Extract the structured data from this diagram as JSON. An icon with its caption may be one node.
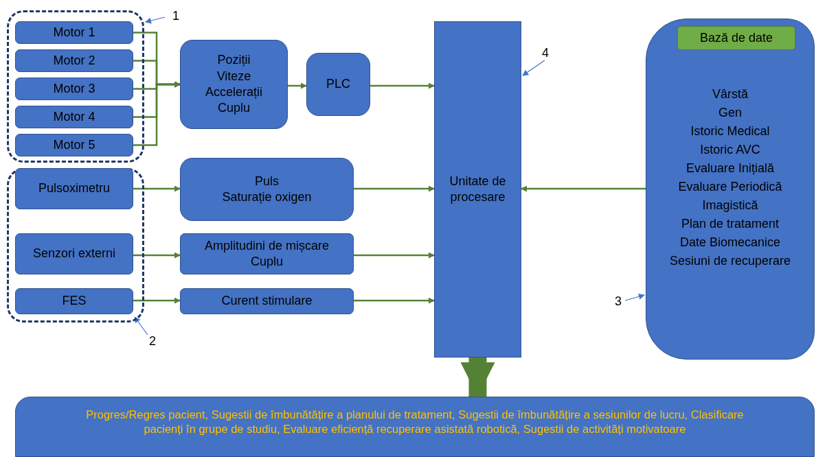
{
  "diagram": {
    "nodes": [
      {
        "text": [],
        "shape": "box"
      },
      {
        "text": [
          "Motor 1"
        ],
        "in": 0
      },
      {
        "text": [
          "Motor 2"
        ],
        "in": 0
      },
      {
        "text": [
          "Motor 3"
        ],
        "in": 0
      },
      {
        "text": [
          "Motor 4"
        ],
        "in": 0
      },
      {
        "text": [
          "Motor 5"
        ],
        "in": 0
      },
      {
        "text": [],
        "shape": "box"
      },
      {
        "text": [
          "Pulsoximetru"
        ],
        "in": 6
      },
      {
        "text": [
          "Senzori externi"
        ],
        "in": 6
      },
      {
        "text": [
          "FES"
        ],
        "in": 6
      },
      {
        "text": [
          "Poziții",
          "Viteze",
          "Accelerații",
          "Cuplu"
        ]
      },
      {
        "text": [
          "PLC"
        ]
      },
      {
        "text": [
          "Puls",
          "Saturație oxigen"
        ]
      },
      {
        "text": [
          "Amplitudini de mișcare",
          "Cuplu"
        ]
      },
      {
        "text": [
          "Curent stimulare"
        ]
      },
      {
        "text": [
          "Unitate de procesare"
        ]
      },
      {
        "text": [
          "Vârstă",
          "Gen",
          "Istoric Medical",
          "Istoric AVC",
          "Evaluare Inițială",
          "Evaluare Periodică",
          "Imagistică",
          "Plan de tratament",
          "Date Biomecanice",
          "Sesiuni de recuperare"
        ]
      },
      {
        "text": [
          "Bază de date"
        ],
        "in": 16
      },
      {
        "text": [
          "Progres/Regres pacient, Sugestii de îmbunătățire a planului de tratament, Sugestii de îmbunătățire a sesiunilor de lucru, Clasificare pacienți în grupe de studiu, Evaluare eficiență recuperare asistată robotică, Sugestii de activități motivatoare"
        ]
      },
      {
        "text": [
          "1"
        ]
      },
      {
        "text": [
          "2"
        ]
      },
      {
        "text": [
          "3"
        ]
      },
      {
        "text": [
          "4"
        ]
      }
    ],
    "edges": [
      {
        "from": 1,
        "to": 10,
        "arrow": "to"
      },
      {
        "from": 2,
        "to": 10,
        "arrow": "to"
      },
      {
        "from": 3,
        "to": 10,
        "arrow": "to"
      },
      {
        "from": 4,
        "to": 10,
        "arrow": "to"
      },
      {
        "from": 5,
        "to": 10,
        "arrow": "to"
      },
      {
        "from": 10,
        "to": 11,
        "arrow": "to"
      },
      {
        "from": 11,
        "to": 15,
        "arrow": "to"
      },
      {
        "from": 7,
        "to": 12,
        "arrow": "to"
      },
      {
        "from": 12,
        "to": 15,
        "arrow": "to"
      },
      {
        "from": 8,
        "to": 13,
        "arrow": "to"
      },
      {
        "from": 13,
        "to": 15,
        "arrow": "to"
      },
      {
        "from": 9,
        "to": 14,
        "arrow": "to"
      },
      {
        "from": 14,
        "to": 15,
        "arrow": "to"
      },
      {
        "from": 16,
        "to": 15,
        "arrow": "to"
      },
      {
        "from": 15,
        "to": 18,
        "arrow": "to",
        "style": "thick"
      },
      {
        "from": 19,
        "to": 0,
        "arrow": "to",
        "color": "#4472c4"
      },
      {
        "from": 20,
        "to": 6,
        "arrow": "to",
        "color": "#4472c4"
      },
      {
        "from": 21,
        "to": 16,
        "arrow": "to",
        "color": "#4472c4"
      },
      {
        "from": 22,
        "to": 15,
        "arrow": "to",
        "color": "#4472c4"
      }
    ]
  }
}
